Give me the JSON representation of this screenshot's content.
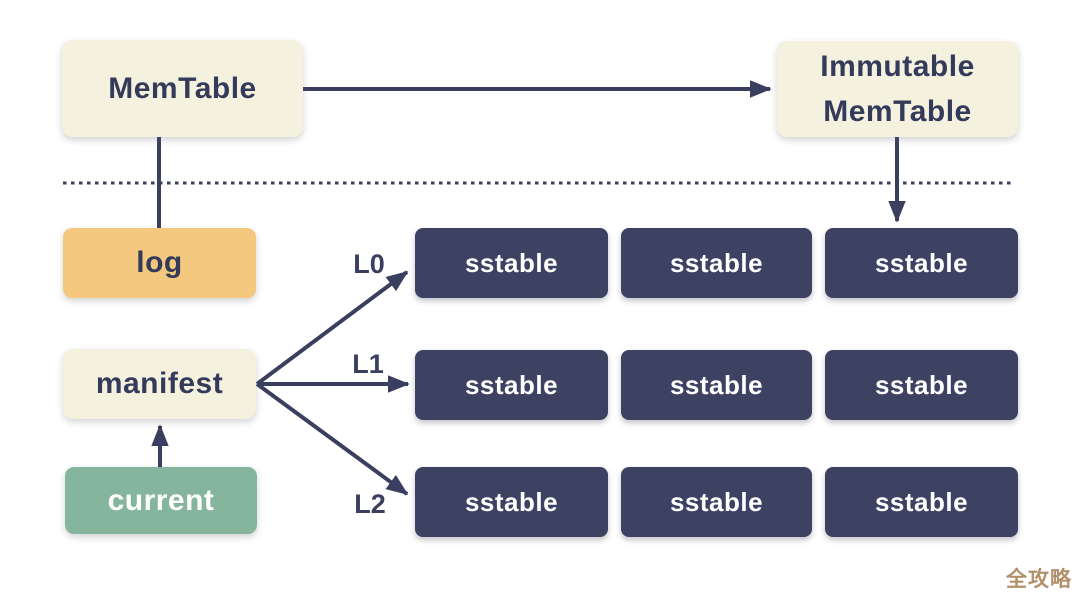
{
  "diagram": {
    "nodes": {
      "memtable": "MemTable",
      "immutable_line1": "Immutable",
      "immutable_line2": "MemTable",
      "log": "log",
      "manifest": "manifest",
      "current": "current"
    },
    "levels": [
      {
        "label": "L0"
      },
      {
        "label": "L1"
      },
      {
        "label": "L2"
      }
    ],
    "sstable_label": "sstable",
    "sstable_grid": {
      "rows": 3,
      "columns": 3
    },
    "watermark": "全攻略",
    "colors": {
      "node_cream": "#f4f1de",
      "node_amber": "#f4c87e",
      "node_green": "#85b59c",
      "node_navy": "#3d4263",
      "ink_navy": "#3a3f5f",
      "watermark_gold": "#b2906a",
      "background": "#ffffff"
    }
  }
}
